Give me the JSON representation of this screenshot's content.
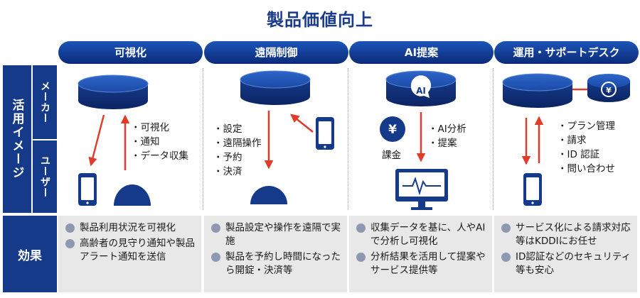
{
  "title": "製品価値向上",
  "columns": [
    {
      "header": "可視化"
    },
    {
      "header": "遠隔制御"
    },
    {
      "header": "AI提案"
    },
    {
      "header": "運用・サポートデスク"
    }
  ],
  "side": {
    "main": "活用イメージ",
    "maker": "メーカー",
    "user": "ユーザー",
    "effect": "効果"
  },
  "diagram_labels": {
    "col1": [
      "・可視化",
      "・通知",
      "・データ収集"
    ],
    "col2": [
      "・設定",
      "・遠隔操作",
      "・予約",
      "・決済"
    ],
    "col3": [
      "・AI分析",
      "・提案"
    ],
    "col3_money": "課金",
    "col3_ai": "AI",
    "col4": [
      "・プラン管理",
      "・請求",
      "・ID 認証",
      "・問い合わせ"
    ]
  },
  "effects": [
    [
      "製品利用状況を可視化",
      "高齢者の見守り通知や製品アラート通知を送信"
    ],
    [
      "製品設定や操作を遠隔で実施",
      "製品を予約し時間になったら開錠・決済等"
    ],
    [
      "収集データを基に、人やAIで分析し可視化",
      "分析結果を活用して提案やサービス提供等"
    ],
    [
      "サービス化による請求対応等はKDDIにお任せ",
      "ID認証などのセキュリティ等も安心"
    ]
  ],
  "icons": {
    "cloud_db": "database-cylinder-icon",
    "phone": "smartphone-icon",
    "device": "iot-device-dome-icon",
    "yen": "yen-coin-icon",
    "monitor": "monitor-pulse-icon",
    "sync_yen": "sync-yen-icon"
  },
  "colors": {
    "navy": "#163a8a",
    "arrow_red": "#e03c2c",
    "effect_bg": "#e8e8e8",
    "title": "#1b3b8c"
  }
}
